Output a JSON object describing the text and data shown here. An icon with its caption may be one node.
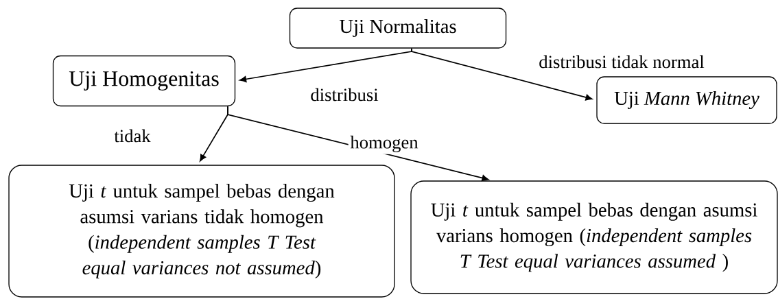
{
  "diagram": {
    "nodes": [
      {
        "text": [
          "Uji Normalitas"
        ]
      },
      {
        "text": [
          "Uji Homogenitas"
        ]
      },
      {
        "text": [
          "Uji *Mann Whitney*"
        ]
      },
      {
        "text": [
          "Uji *t* untuk sampel bebas dengan asumsi varians tidak homogen (*independent samples T Test equal variances not assumed*)"
        ]
      },
      {
        "text": [
          "Uji *t* untuk sampel bebas dengan asumsi varians homogen (*independent samples T Test equal variances assumed* )"
        ]
      }
    ],
    "edges": [
      {
        "from": 0,
        "to": 1,
        "arrow": "to",
        "label": "distribusi"
      },
      {
        "from": 0,
        "to": 2,
        "arrow": "to",
        "label": "distribusi tidak normal"
      },
      {
        "from": 1,
        "to": 3,
        "arrow": "to",
        "label": "tidak"
      },
      {
        "from": 1,
        "to": 4,
        "arrow": "to",
        "label": "homogen"
      }
    ]
  }
}
